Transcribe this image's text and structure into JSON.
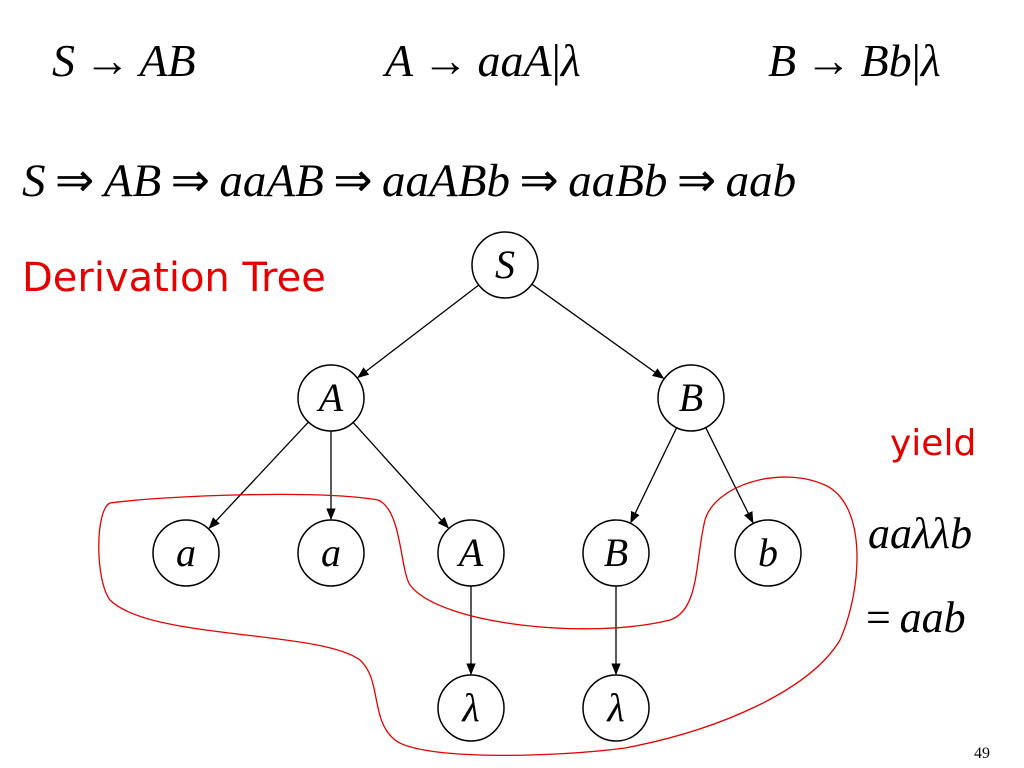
{
  "rules": [
    {
      "lhs": "S",
      "arrow": "→",
      "rhs": "AB"
    },
    {
      "lhs": "A",
      "arrow": "→",
      "rhs": "aaA",
      "sep": "|",
      "alt": "λ"
    },
    {
      "lhs": "B",
      "arrow": "→",
      "rhs": "Bb",
      "sep": "|",
      "alt": "λ"
    }
  ],
  "derivation": {
    "arrow": "⇒",
    "steps": [
      "S",
      "AB",
      "aaAB",
      "aaABb",
      "aaBb",
      "aab"
    ]
  },
  "title": "Derivation Tree",
  "tree": {
    "nodes": [
      {
        "id": "S",
        "label": "S"
      },
      {
        "id": "A1",
        "label": "A"
      },
      {
        "id": "B1",
        "label": "B"
      },
      {
        "id": "a1",
        "label": "a"
      },
      {
        "id": "a2",
        "label": "a"
      },
      {
        "id": "A2",
        "label": "A"
      },
      {
        "id": "B2",
        "label": "B"
      },
      {
        "id": "b1",
        "label": "b"
      },
      {
        "id": "L1",
        "label": "λ"
      },
      {
        "id": "L2",
        "label": "λ"
      }
    ],
    "edges": [
      [
        "S",
        "A1"
      ],
      [
        "S",
        "B1"
      ],
      [
        "A1",
        "a1"
      ],
      [
        "A1",
        "a2"
      ],
      [
        "A1",
        "A2"
      ],
      [
        "B1",
        "B2"
      ],
      [
        "B1",
        "b1"
      ],
      [
        "A2",
        "L1"
      ],
      [
        "B2",
        "L2"
      ]
    ]
  },
  "yield": {
    "label": "yield",
    "expr": "aaλλb",
    "eq": "=",
    "result": "aab"
  },
  "page_number": "49",
  "colors": {
    "accent": "#e60000",
    "text": "#000000"
  }
}
